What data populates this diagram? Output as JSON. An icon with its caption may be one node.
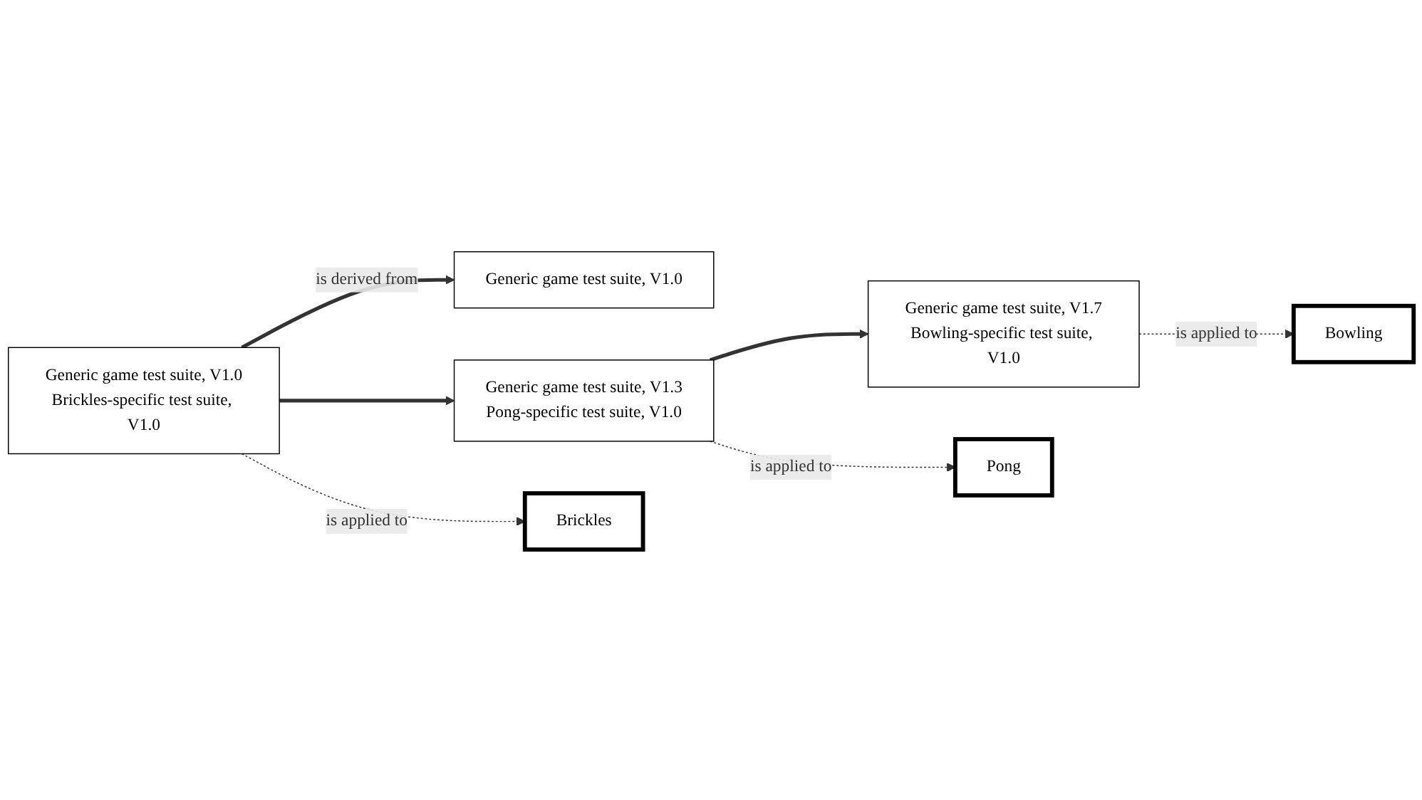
{
  "diagram": {
    "nodes": [
      {
        "text": [
          "Generic game test suite, V1.0"
        ]
      },
      {
        "text": [
          "Generic game test suite, V1.0",
          "Brickles-specific test suite, V1.0"
        ]
      },
      {
        "text": [
          "Generic game test suite, V1.3",
          "Pong-specific test suite, V1.0"
        ]
      },
      {
        "text": [
          "Generic game test suite, V1.7",
          "Bowling-specific test suite, V1.0"
        ]
      },
      {
        "text": [
          "Brickles"
        ]
      },
      {
        "text": [
          "Pong"
        ]
      },
      {
        "text": [
          "Bowling"
        ]
      }
    ],
    "edges": [
      {
        "from": 1,
        "to": 0,
        "arrow": "to",
        "label": "is derived from",
        "style": "thick"
      },
      {
        "from": 1,
        "to": 2,
        "arrow": "to",
        "style": "thick"
      },
      {
        "from": 2,
        "to": 3,
        "arrow": "to",
        "style": "thick"
      },
      {
        "from": 1,
        "to": 4,
        "arrow": "to",
        "label": "is applied to",
        "style": "dashed"
      },
      {
        "from": 2,
        "to": 5,
        "arrow": "to",
        "label": "is applied to",
        "style": "dashed"
      },
      {
        "from": 3,
        "to": 6,
        "arrow": "to",
        "label": "is applied to",
        "style": "dashed"
      }
    ]
  }
}
